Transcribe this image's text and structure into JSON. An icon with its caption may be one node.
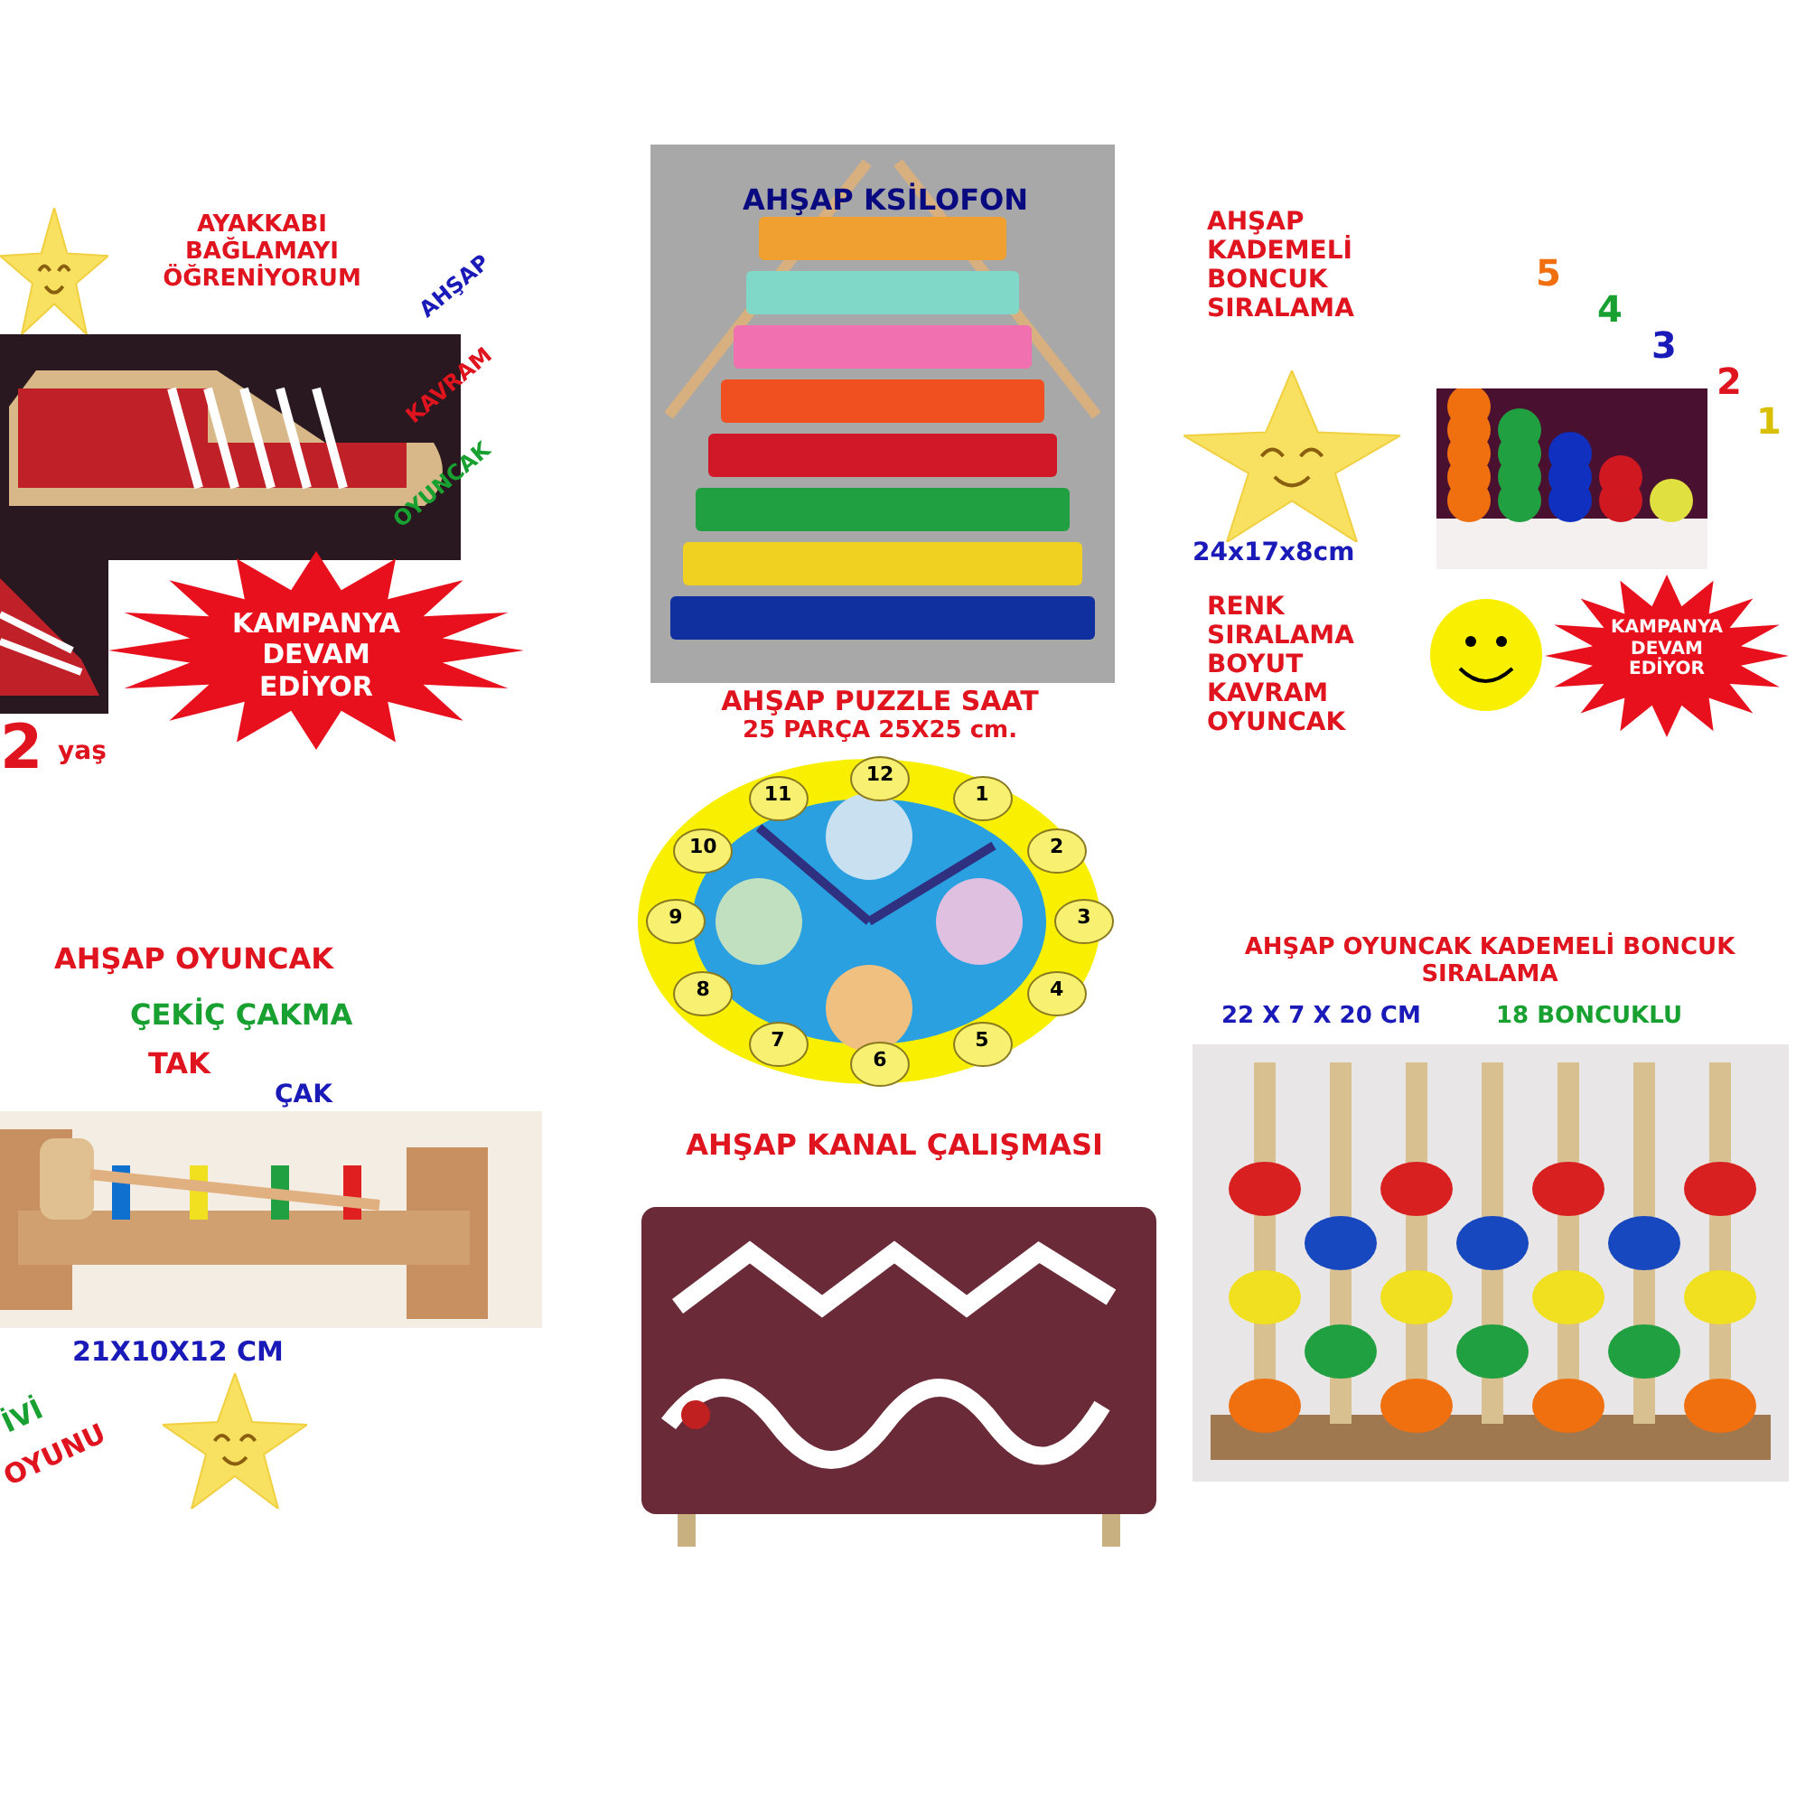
{
  "diagram": {
    "labels": [
      "AYAKKABI BAĞLAMAYI ÖĞRENİYORUM",
      "AHŞAP",
      "KAVRAM",
      "OYUNCAK",
      "KAMPANYA DEVAM EDİYOR",
      "2",
      "yaş",
      "AHŞAP KSİLOFON",
      "AHŞAP KADEMELİ BONCUK SIRALAMA",
      "5",
      "4",
      "3",
      "2",
      "1",
      "24x17x8cm",
      "RENK SIRALAMA BOYUT KAVRAM OYUNCAK",
      "KAMPANYA DEVAM EDİYOR",
      "AHŞAP PUZZLE SAAT",
      "25 PARÇA 25X25 cm.",
      "12",
      "1",
      "2",
      "3",
      "4",
      "5",
      "6",
      "7",
      "8",
      "9",
      "10",
      "11",
      "AHŞAP OYUNCAK",
      "ÇEKİÇ ÇAKMA",
      "TAK",
      "ÇAK",
      "21X10X12 CM",
      "İVİ",
      "OYUNU",
      "AHŞAP KANAL ÇALIŞMASI",
      "AHŞAP OYUNCAK KADEMELİ BONCUK SIRALAMA",
      "22 X 7 X 20 CM",
      "18 BONCUKLU"
    ]
  }
}
